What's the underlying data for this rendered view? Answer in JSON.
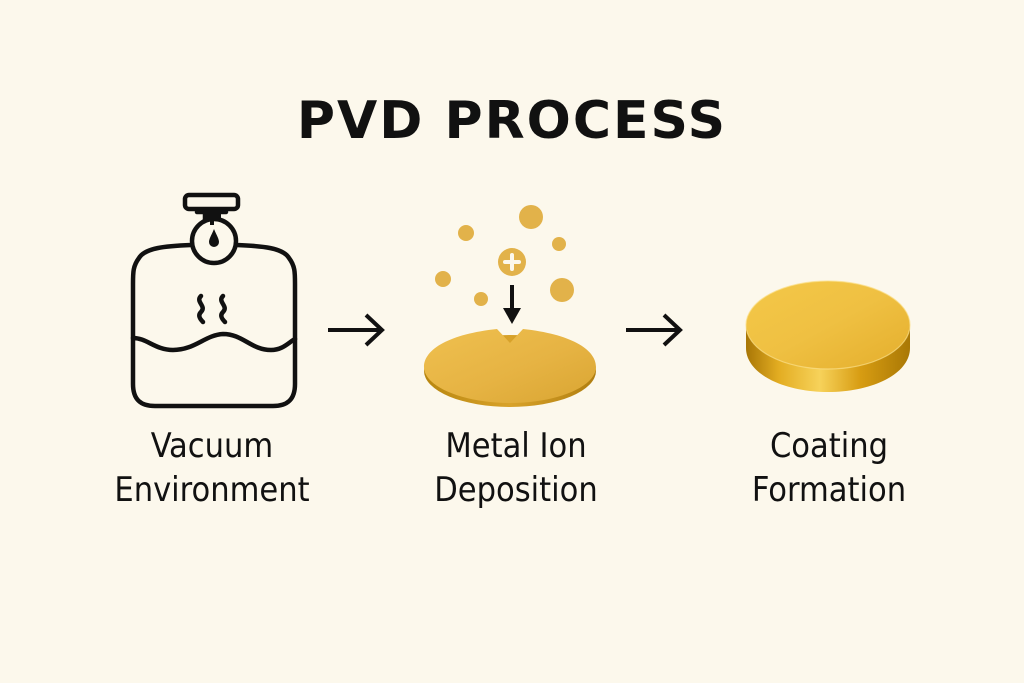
{
  "title": "PVD PROCESS",
  "colors": {
    "background": "#fcf8ec",
    "ink": "#111111",
    "gold": "#e6b54a",
    "gold_dark": "#c48e1a",
    "gold_light": "#f7d46a"
  },
  "steps": [
    {
      "icon": "vacuum-chamber-icon",
      "label_line1": "Vacuum",
      "label_line2": "Environment"
    },
    {
      "icon": "metal-ion-deposition-icon",
      "label_line1": "Metal Ion",
      "label_line2": "Deposition"
    },
    {
      "icon": "coated-disc-icon",
      "label_line1": "Coating",
      "label_line2": "Formation"
    }
  ],
  "connectors": [
    "arrow-right-icon",
    "arrow-right-icon"
  ],
  "ion_symbol": "+"
}
